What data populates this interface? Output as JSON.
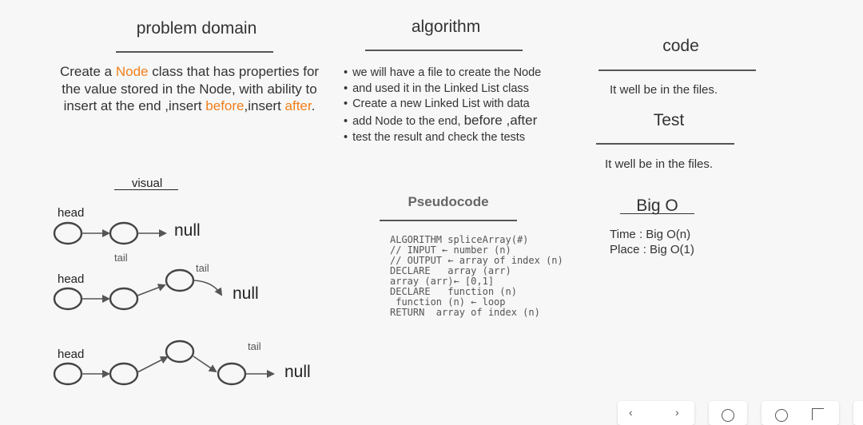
{
  "problem": {
    "title": "problem domain",
    "text_1": "Create a ",
    "node_word": "Node",
    "text_2": " class that has properties for the value stored in the Node, with ability to insert at the end ,insert ",
    "before_word": "before",
    "text_3": ",insert ",
    "after_word": "after",
    "text_4": "."
  },
  "algorithm": {
    "title": "algorithm",
    "items": [
      "we will have a file to create the Node",
      "and used it in the Linked List class",
      "Create a new Linked List with data",
      "add Node to the end, ",
      "test the result and check the tests"
    ],
    "item4_big": "before ,after"
  },
  "code": {
    "title": "code",
    "text": "It well be in the files."
  },
  "test": {
    "title": "Test",
    "text": "It well be in the files."
  },
  "visual": {
    "title": "visual",
    "head_label": "head",
    "tail_label": "tail",
    "null_label": "null"
  },
  "pseudocode": {
    "title": "Pseudocode",
    "lines": [
      "ALGORITHM spliceArray(#)",
      "// INPUT ← number (n)",
      "// OUTPUT ← array of index (n)",
      "DECLARE   array (arr)",
      "array (arr)← [0,1]",
      "DECLARE   function (n)",
      " function (n) ← loop",
      "RETURN  array of index (n)"
    ]
  },
  "bigo": {
    "title": "Big O",
    "time": "Time : Big O(n)",
    "place": "Place : Big O(1)"
  },
  "colors": {
    "accent": "#f07f1b",
    "text": "#333333",
    "background": "#f7f7f7"
  },
  "controls": [
    "nav-arrows",
    "zoom-out-icon",
    "zoom-in-icon",
    "fullscreen-icon"
  ]
}
